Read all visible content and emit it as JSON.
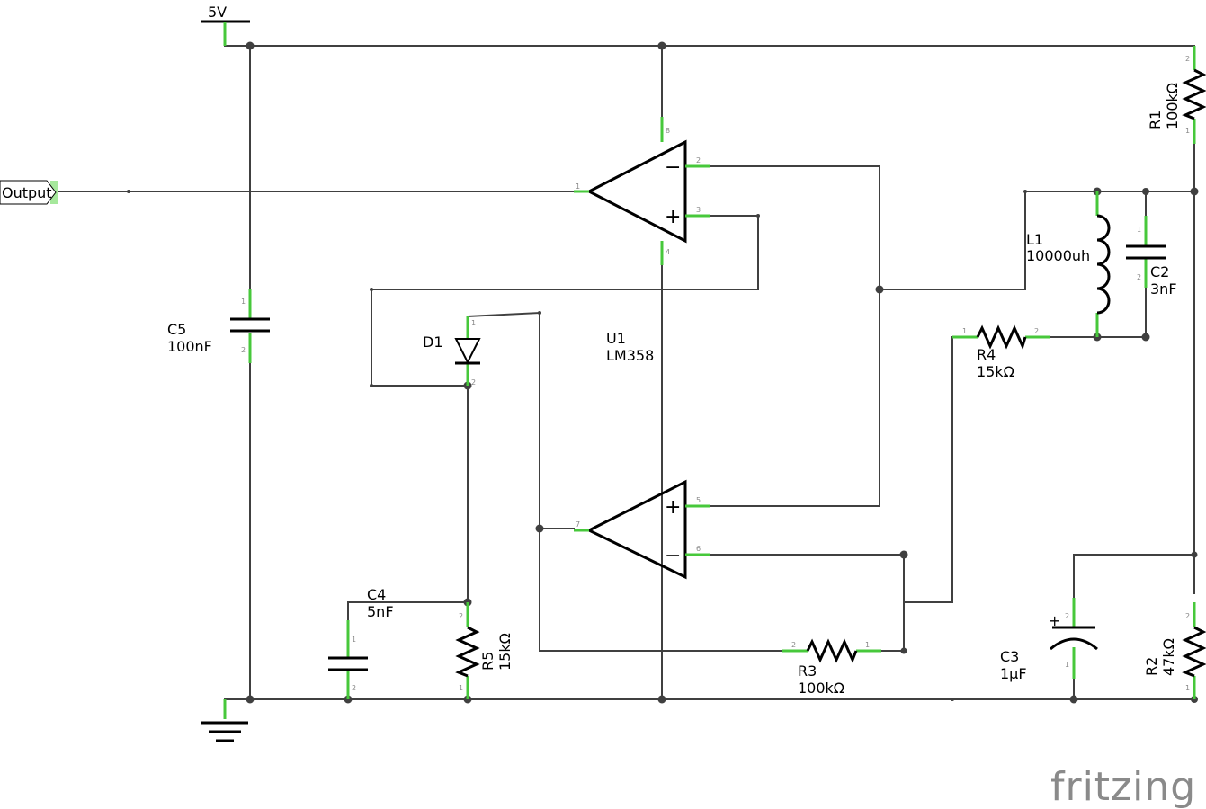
{
  "components": {
    "vcc": {
      "label": "5V"
    },
    "output": {
      "label": "Output"
    },
    "u1": {
      "ref": "U1",
      "value": "LM358"
    },
    "c5": {
      "ref": "C5",
      "value": "100nF"
    },
    "c4": {
      "ref": "C4",
      "value": "5nF"
    },
    "c3": {
      "ref": "C3",
      "value": "1µF"
    },
    "c2": {
      "ref": "C2",
      "value": "3nF"
    },
    "l1": {
      "ref": "L1",
      "value": "10000uh"
    },
    "d1": {
      "ref": "D1"
    },
    "r1": {
      "ref": "R1",
      "value": "100kΩ"
    },
    "r2": {
      "ref": "R2",
      "value": "47kΩ"
    },
    "r3": {
      "ref": "R3",
      "value": "100kΩ"
    },
    "r4": {
      "ref": "R4",
      "value": "15kΩ"
    },
    "r5": {
      "ref": "R5",
      "value": "15kΩ"
    }
  },
  "pins": {
    "u1a_out": "1",
    "u1a_inv": "2",
    "u1a_noninv": "3",
    "u1_vcc": "8",
    "u1_gnd": "4",
    "u1b_out": "7",
    "u1b_noninv": "5",
    "u1b_inv": "6",
    "p1": "1",
    "p2": "2"
  },
  "opamp_signs": {
    "minus": "−",
    "plus": "+"
  },
  "c3_polarity": "+",
  "logo": "fritzing",
  "colors": {
    "wire": "#404040",
    "pin": "#47c83b",
    "symbol": "#000000",
    "logo": "#8a8a8a"
  }
}
